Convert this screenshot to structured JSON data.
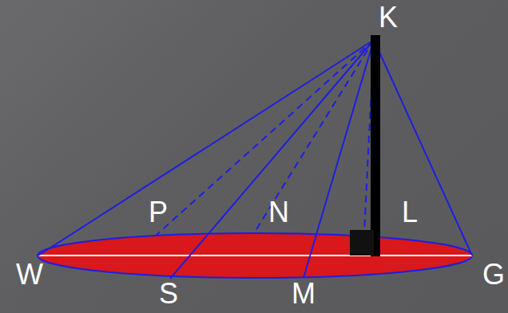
{
  "diagram": {
    "labels": [
      "K",
      "P",
      "N",
      "L",
      "W",
      "S",
      "M",
      "G"
    ]
  }
}
